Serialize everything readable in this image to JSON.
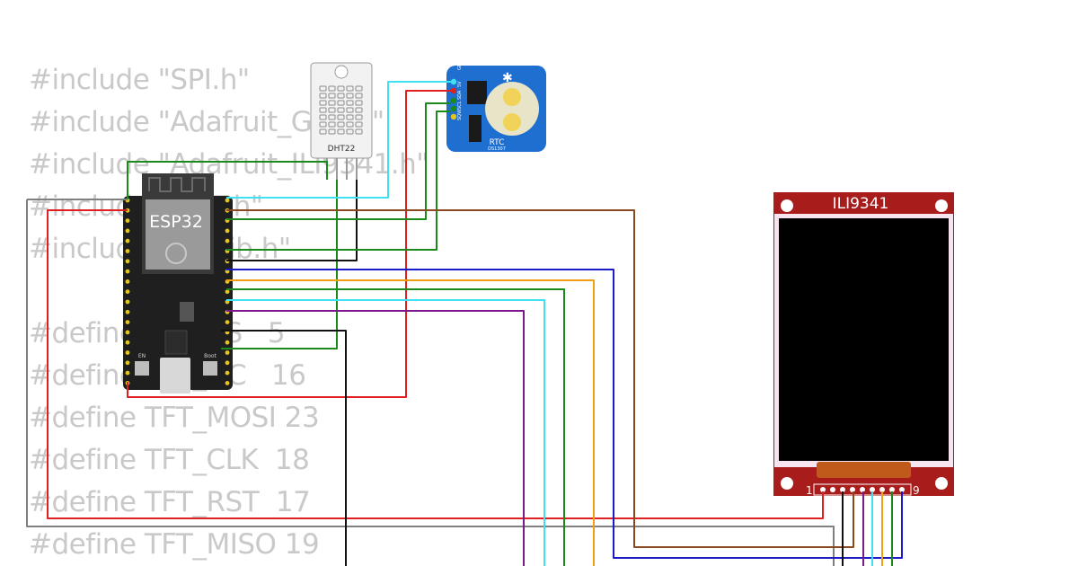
{
  "code_lines": [
    "#include \"SPI.h\"",
    "#include \"Adafruit_GFX.h\"",
    "#include \"Adafruit_ILI9341.h\"",
    "#include \"DHT.h\"",
    "#include \"RTClib.h\"",
    "",
    "#define TFT_CS   5",
    "#define TFT_DC   16",
    "#define TFT_MOSI 23",
    "#define TFT_CLK  18",
    "#define TFT_RST  17",
    "#define TFT_MISO 19"
  ],
  "components": {
    "esp32": {
      "label": "ESP32",
      "en": "EN",
      "boot": "Boot"
    },
    "dht22": {
      "label": "DHT22"
    },
    "rtc": {
      "label": "RTC",
      "chip": "DS1307",
      "pins": [
        "GND",
        "5V",
        "SDA",
        "SCL",
        "SQW"
      ]
    },
    "display": {
      "label": "ILI9341",
      "pin_first": "1",
      "pin_last": "9"
    }
  },
  "colors": {
    "esp32_board": "#1f1f1f",
    "rtc_board": "#1e6fd0",
    "display_board": "#a81c1c",
    "wire_cyan": "#3fe0f0",
    "wire_red": "#e02020",
    "wire_green": "#1a8a1a",
    "wire_black": "#111111",
    "wire_brown": "#8b4a1e",
    "wire_blue": "#1a1ac8",
    "wire_orange": "#f0a010",
    "wire_purple": "#7a1a8a",
    "wire_gray": "#808080"
  }
}
